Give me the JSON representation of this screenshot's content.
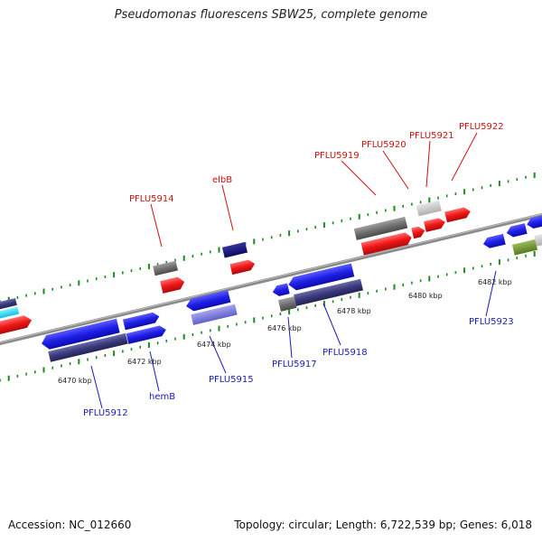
{
  "title": "Pseudomonas fluorescens SBW25, complete genome",
  "footer": {
    "accession": "Accession: NC_012660",
    "topology": "Topology: circular; Length: 6,722,539 bp; Genes: 6,018"
  },
  "colors": {
    "forward_gene": "#1f1fe6",
    "reverse_gene": "#ef1616",
    "forward_label": "#1a1abf",
    "reverse_label": "#d01010",
    "backbone": "#8a8a8a",
    "tick": "#1d8a1d"
  },
  "scale_ticks": [
    "6470 kbp",
    "6472 kbp",
    "6474 kbp",
    "6476 kbp",
    "6478 kbp",
    "6480 kbp",
    "6482 kbp"
  ],
  "gene_labels_top": [
    "PFLU5914",
    "elbB",
    "PFLU5919",
    "PFLU5920",
    "PFLU5921",
    "PFLU5922"
  ],
  "gene_labels_bottom": [
    "PFLU5912",
    "hemB",
    "PFLU5915",
    "PFLU5917",
    "PFLU5918",
    "PFLU5923"
  ]
}
